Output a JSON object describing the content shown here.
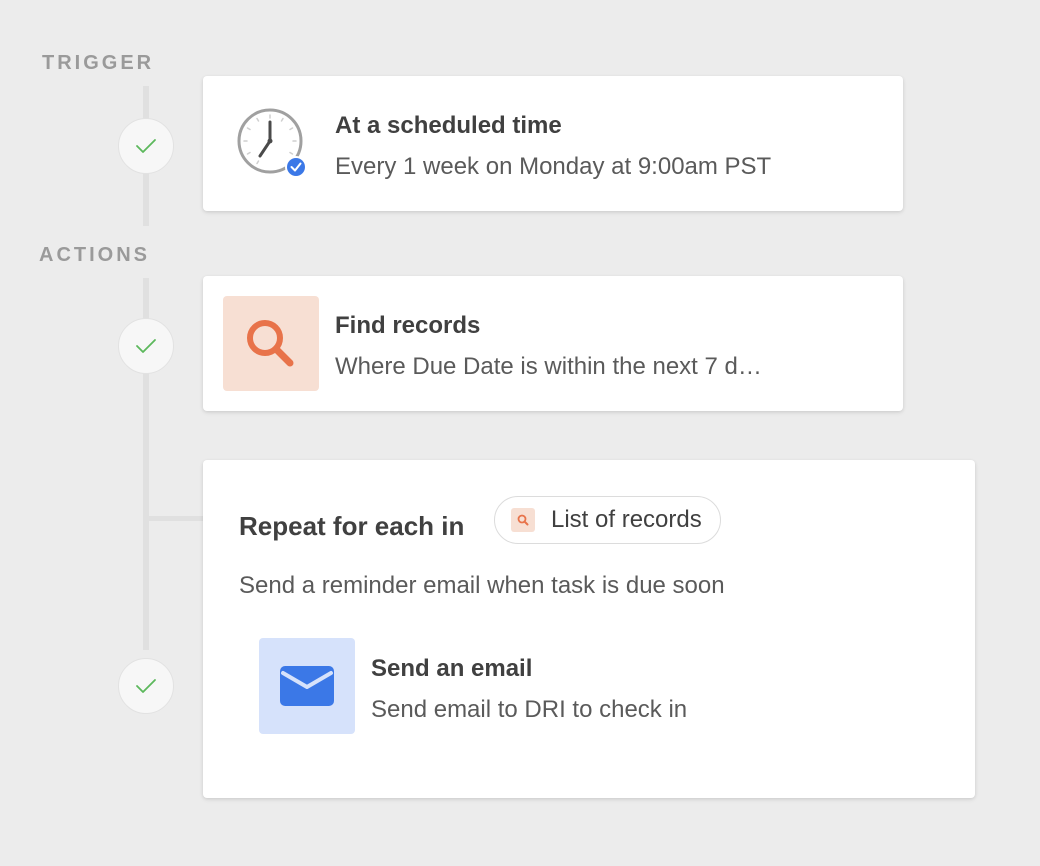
{
  "sections": {
    "trigger_label": "TRIGGER",
    "actions_label": "ACTIONS"
  },
  "trigger": {
    "title": "At a scheduled time",
    "subtitle": "Every 1 week on Monday at 9:00am PST",
    "icon": "clock-icon",
    "status": "complete"
  },
  "find_records": {
    "title": "Find records",
    "subtitle": "Where Due Date is within the next 7 d…",
    "icon": "search-icon",
    "status": "complete"
  },
  "repeat": {
    "title": "Repeat for each in",
    "source_label": "List of records",
    "source_icon": "search-icon",
    "description": "Send a reminder email when task is due soon",
    "step": {
      "title": "Send an email",
      "subtitle": "Send email to DRI to check in",
      "icon": "envelope-icon",
      "status": "complete"
    }
  },
  "colors": {
    "background": "#ececec",
    "check_green": "#5cb85c",
    "search_accent": "#e8734a",
    "search_tile": "#f7dfd3",
    "email_accent": "#3b78e7",
    "email_tile": "#d6e2fb",
    "badge_blue": "#3b78e7"
  }
}
